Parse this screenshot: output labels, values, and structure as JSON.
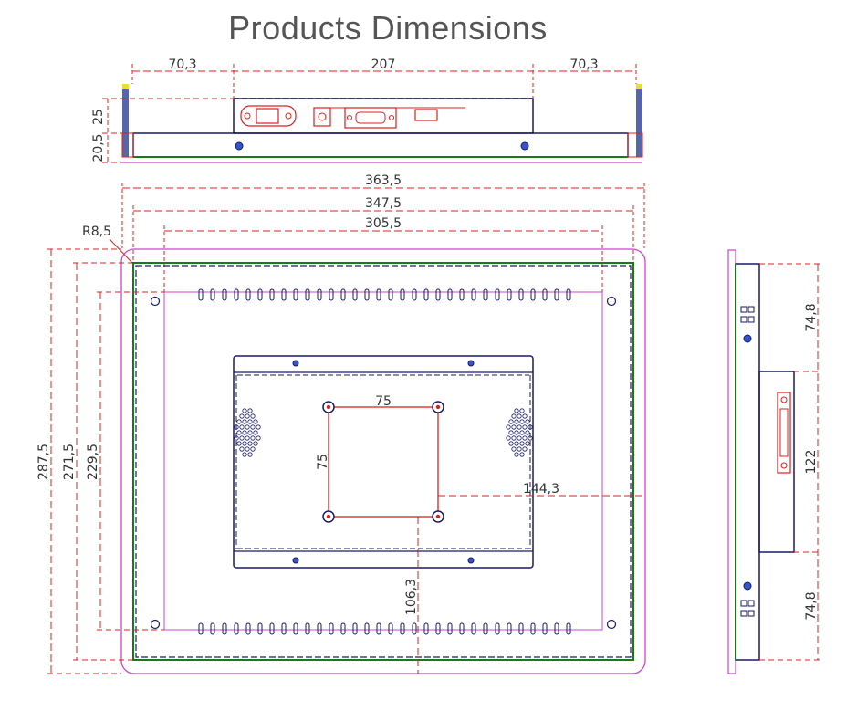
{
  "title": "Products Dimensions",
  "top_view": {
    "width_left": "70,3",
    "width_mid": "207",
    "width_right": "70,3",
    "height_top": "25",
    "height_bottom": "20,5"
  },
  "front_view": {
    "overall_width": "363,5",
    "frame_width": "347,5",
    "screen_width": "305,5",
    "corner_radius": "R8,5",
    "overall_height": "287,5",
    "frame_height": "271,5",
    "screen_height": "229,5",
    "vesa_h": "75",
    "vesa_v": "75",
    "offset_right": "144,3",
    "offset_bottom": "106,3"
  },
  "side_view": {
    "upper": "74,8",
    "middle": "122",
    "lower": "74,8"
  },
  "colors": {
    "dimension": "#d92020",
    "outline": "#1a1a66",
    "bezel": "#1a7a1a",
    "magenta": "#cc44cc",
    "text": "#333333"
  }
}
